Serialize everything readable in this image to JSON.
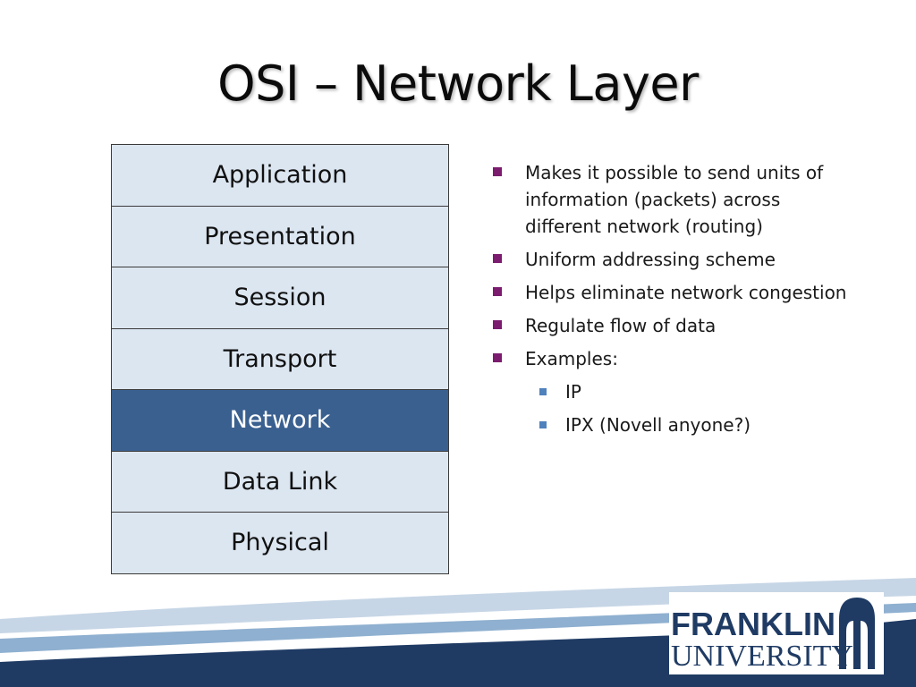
{
  "slide": {
    "title": "OSI – Network Layer"
  },
  "layers": [
    {
      "label": "Application",
      "active": false
    },
    {
      "label": "Presentation",
      "active": false
    },
    {
      "label": "Session",
      "active": false
    },
    {
      "label": "Transport",
      "active": false
    },
    {
      "label": "Network",
      "active": true
    },
    {
      "label": "Data Link",
      "active": false
    },
    {
      "label": "Physical",
      "active": false
    }
  ],
  "bullets": [
    {
      "text": "Makes it possible to send units of information (packets) across different network (routing)",
      "level": 1
    },
    {
      "text": "Uniform addressing scheme",
      "level": 1
    },
    {
      "text": "Helps eliminate network congestion",
      "level": 1
    },
    {
      "text": "Regulate flow of data",
      "level": 1
    },
    {
      "text": "Examples:",
      "level": 1
    },
    {
      "text": "IP",
      "level": 2
    },
    {
      "text": "IPX (Novell anyone?)",
      "level": 2
    }
  ],
  "footer": {
    "logo_line1": "FRANKLIN",
    "logo_line2": "UNIVERSITY"
  },
  "colors": {
    "active_layer": "#3a6090",
    "layer_bg": "#dce6f1",
    "bullet_primary": "#7b1c6f",
    "bullet_secondary": "#4f81bd",
    "brand_navy": "#1f3b64"
  }
}
